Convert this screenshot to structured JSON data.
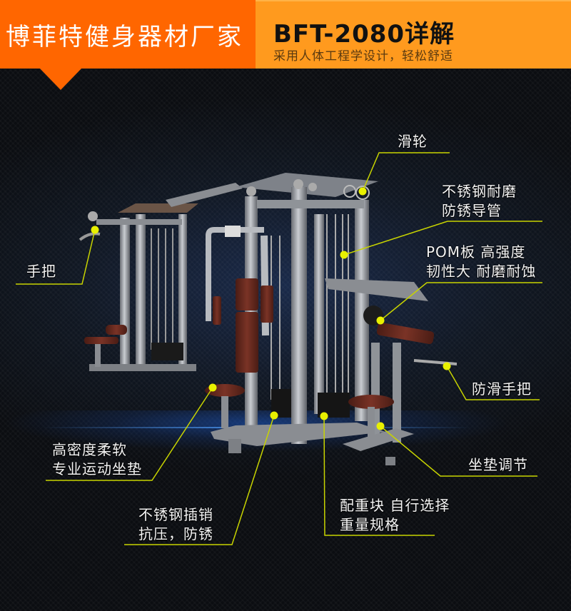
{
  "header": {
    "company_title": "博菲特健身器材厂家",
    "model_title": "BFT-2080详解",
    "subtitle": "采用人体工程学设计，轻松舒适",
    "colors": {
      "left_bg": "#FF6600",
      "right_bg": "#FF9A1E",
      "title_text": "#FFFFFF",
      "model_text": "#111111",
      "subtitle_text": "#5A3A10"
    }
  },
  "product": {
    "name": "BFT-2080",
    "description": "multi-station gym machine"
  },
  "callouts": [
    {
      "id": "pulley",
      "lines": [
        "滑轮"
      ]
    },
    {
      "id": "guide-tube",
      "lines": [
        "不锈钢耐磨",
        "防锈导管"
      ]
    },
    {
      "id": "pom-board",
      "lines": [
        "POM板 高强度",
        "韧性大 耐磨耐蚀"
      ]
    },
    {
      "id": "handle",
      "lines": [
        "手把"
      ]
    },
    {
      "id": "anti-slip-handle",
      "lines": [
        "防滑手把"
      ]
    },
    {
      "id": "seat-adjust",
      "lines": [
        "坐垫调节"
      ]
    },
    {
      "id": "seat-cushion",
      "lines": [
        "高密度柔软",
        "专业运动坐垫"
      ]
    },
    {
      "id": "steel-pin",
      "lines": [
        "不锈钢插销",
        "抗压，防锈"
      ]
    },
    {
      "id": "weight-stack",
      "lines": [
        "配重块 自行选择",
        "重量规格"
      ]
    }
  ],
  "style": {
    "callout_line_color": "#C8D400",
    "callout_dot_color": "#E8F000"
  }
}
